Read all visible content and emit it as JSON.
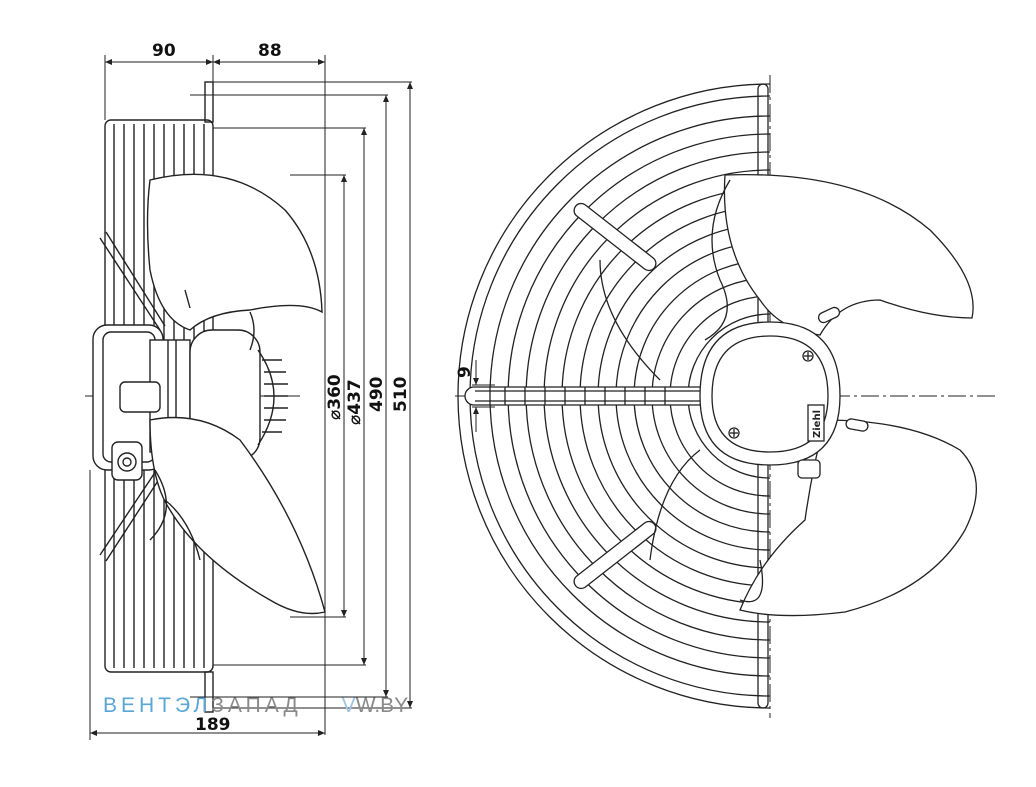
{
  "dimensions": {
    "top_left": "90",
    "top_right": "88",
    "bottom": "189",
    "d360": "⌀360",
    "d437": "⌀437",
    "d490": "490",
    "d510": "510",
    "small": "9"
  },
  "watermark": {
    "part1": "ВЕНТЭЛ",
    "part2": "ЗАПАД",
    "part3": "V",
    "part4": "W.BY"
  },
  "brand_badge": "Ziehl",
  "colors": {
    "line": "#222222",
    "watermark_blue": "#5aa6d6",
    "watermark_grey": "#8a8a8a"
  }
}
